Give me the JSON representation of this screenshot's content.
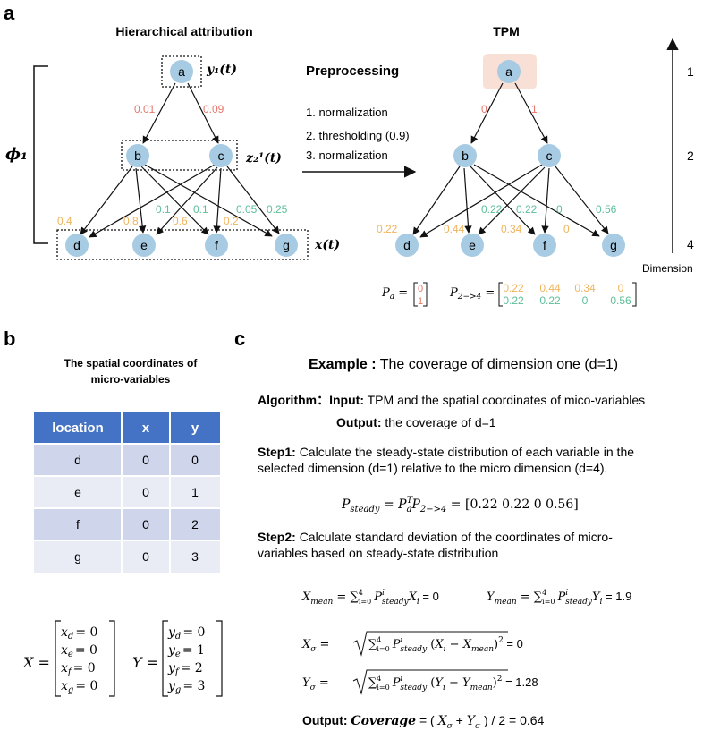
{
  "panel_a": {
    "letter": "a",
    "left_title": "Hierarchical attribution",
    "right_title": "TPM",
    "phi": "ϕ₁",
    "label_y": "y₁(t)",
    "label_z": "z₂¹(t)",
    "label_x": "x(t)",
    "left_nodes": [
      "a",
      "b",
      "c",
      "d",
      "e",
      "f",
      "g"
    ],
    "right_nodes": [
      "a",
      "b",
      "c",
      "d",
      "e",
      "f",
      "g"
    ],
    "left_top_weights": [
      "0.01",
      "0.09"
    ],
    "left_orange_weights": [
      "0.4",
      "0.8",
      "0.6",
      "0.2"
    ],
    "left_green_weights": [
      "0.1",
      "0.1",
      "0.05",
      "0.25"
    ],
    "preprocessing_title": "Preprocessing",
    "preprocessing_steps": [
      "1. normalization",
      "2. thresholding (0.9)",
      "3. normalization"
    ],
    "right_top_weights": [
      "0",
      "1"
    ],
    "right_orange_weights": [
      "0.22",
      "0.44",
      "0.34",
      "0"
    ],
    "right_green_weights": [
      "0.22",
      "0.22",
      "0",
      "0.56"
    ],
    "dimension_levels": [
      "1",
      "2",
      "4"
    ],
    "dimension_label": "Dimension",
    "pa_label": "P",
    "pa_sub": "a",
    "pa_values": [
      "0",
      "1"
    ],
    "p24_label": "P",
    "p24_sub": "2−>4",
    "p24_row1": [
      "0.22",
      "0.44",
      "0.34",
      "0"
    ],
    "p24_row2": [
      "0.22",
      "0.22",
      "0",
      "0.56"
    ],
    "colors": {
      "node": "#a6cbe3",
      "orange": "#f0b45c",
      "green": "#5dbf9a",
      "red": "#e8766a",
      "highlight": "#f9e0d6"
    }
  },
  "panel_b": {
    "letter": "b",
    "title_line1": "The spatial coordinates of",
    "title_line2": "micro-variables",
    "table": {
      "headers": [
        "location",
        "x",
        "y"
      ],
      "rows": [
        [
          "d",
          "0",
          "0"
        ],
        [
          "e",
          "0",
          "1"
        ],
        [
          "f",
          "0",
          "2"
        ],
        [
          "g",
          "0",
          "3"
        ]
      ]
    },
    "X_name": "X",
    "X_entries": [
      [
        "x",
        "d",
        "= 0"
      ],
      [
        "x",
        "e",
        "= 0"
      ],
      [
        "x",
        "f",
        "= 0"
      ],
      [
        "x",
        "g",
        "= 0"
      ]
    ],
    "Y_name": "Y",
    "Y_entries": [
      [
        "y",
        "d",
        "= 0"
      ],
      [
        "y",
        "e",
        "= 1"
      ],
      [
        "y",
        "f",
        "= 2"
      ],
      [
        "y",
        "g",
        "= 3"
      ]
    ],
    "colors": {
      "header": "#4472c4",
      "row_dark": "#cfd5ea",
      "row_light": "#e9ebf5"
    }
  },
  "panel_c": {
    "letter": "c",
    "example_bold": "Example :",
    "example_rest": "The coverage of dimension one (d=1)",
    "algorithm_label": "Algorithm：",
    "input_label": "Input:",
    "input_text": "TPM and the spatial coordinates of mico-variables",
    "output_label": "Output:",
    "output_text": "the coverage of d=1",
    "step1_label": "Step1:",
    "step1_line1": "Calculate the steady-state distribution of each variable in the",
    "step1_line2": "selected dimension (d=1) relative to the micro dimension (d=4).",
    "steady_vector": [
      "0.22",
      "0.22",
      "0",
      "0.56"
    ],
    "step2_label": "Step2:",
    "step2_line1": "Calculate standard deviation of the coordinates of micro-",
    "step2_line2": "variables based on steady-state distribution",
    "xmean_value": "0",
    "ymean_value": "1.9",
    "xsigma_value": "0",
    "ysigma_value": "1.28",
    "final_output_label": "Output:",
    "coverage_word": "Coverage",
    "coverage_value": "0.64"
  }
}
